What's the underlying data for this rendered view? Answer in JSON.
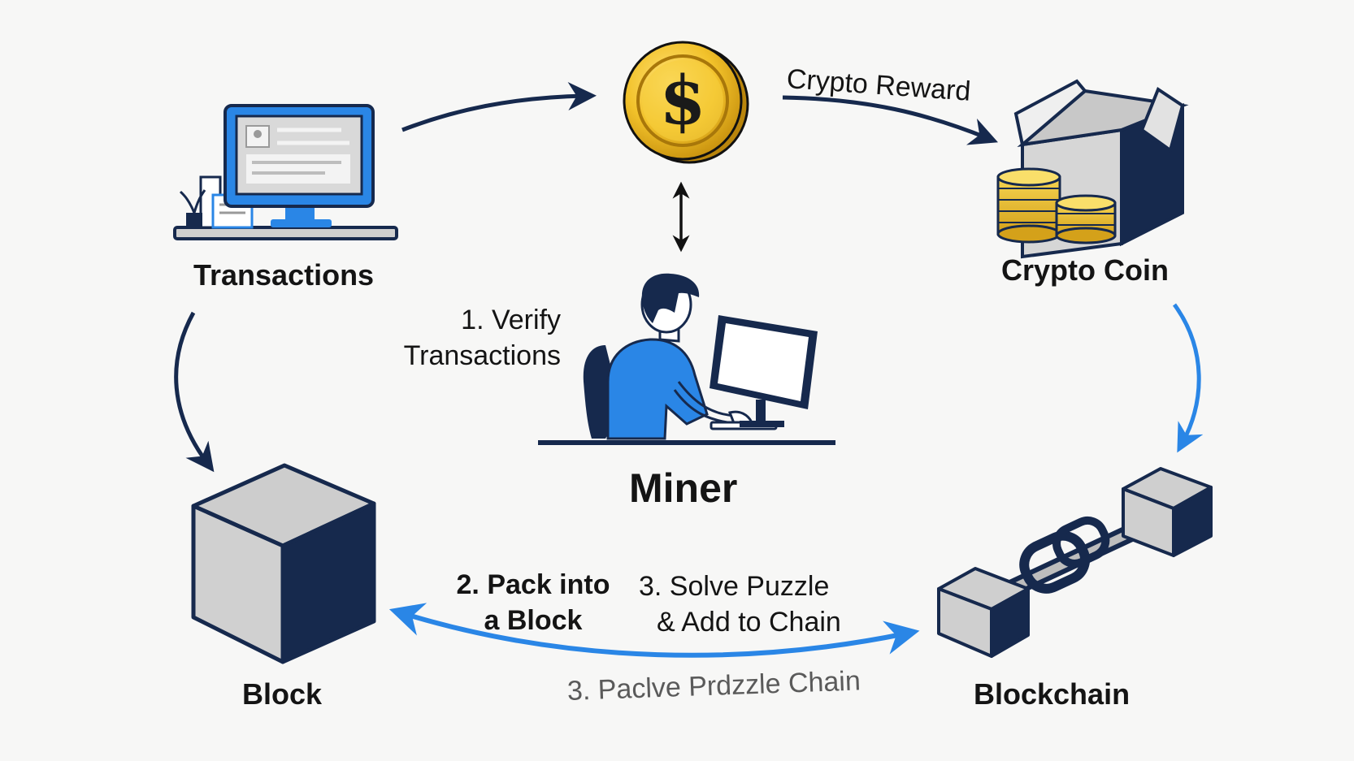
{
  "nodes": {
    "transactions": "Transactions",
    "crypto_coin": "Crypto Coin",
    "miner": "Miner",
    "block": "Block",
    "blockchain": "Blockchain"
  },
  "steps": {
    "verify": [
      "1. Verify",
      "Transactions"
    ],
    "pack": [
      "2. Pack into",
      "a Block"
    ],
    "solve": [
      "3. Solve Puzzle",
      "& Add to Chain"
    ],
    "reward": "Crypto Reward",
    "garbled": "3. Paclve Prdzzle Chain"
  },
  "icons": {
    "transactions": "desktop-computer-icon",
    "reward": "gold-dollar-coin-icon",
    "miner": "person-at-computer-icon",
    "crypto_coin": "box-with-coins-icon",
    "block": "cube-icon",
    "blockchain": "chained-blocks-icon"
  },
  "colors": {
    "navy": "#16294d",
    "blue": "#2a86e6",
    "gold": "#f2c22b",
    "grey": "#cfcfcf"
  }
}
